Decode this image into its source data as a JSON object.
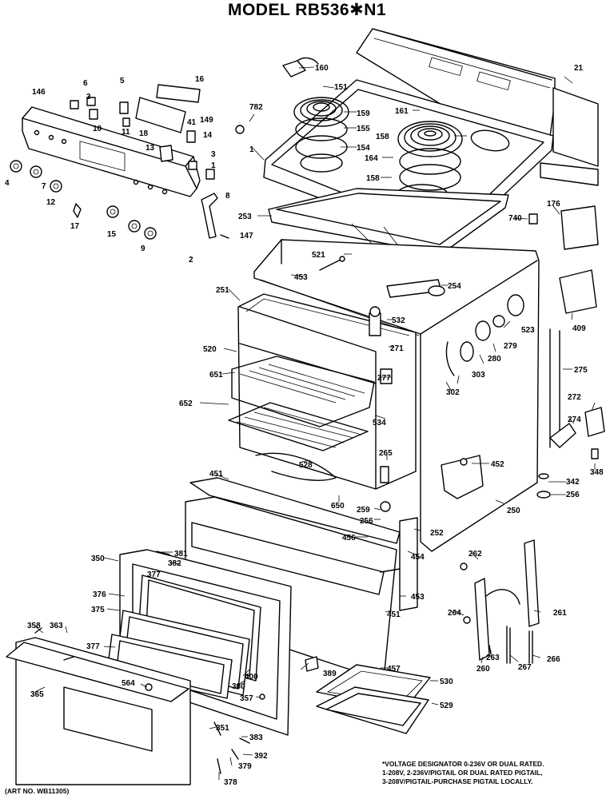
{
  "title": "MODEL RB536✱N1",
  "art_number": "(ART NO. WB11305)",
  "footnote": {
    "line1": "*VOLTAGE DESIGNATOR 0-236V OR DUAL RATED.",
    "line2": "1-208V, 2-236V/PIGTAIL OR DUAL RATED PIGTAIL,",
    "line3": "3-208V/PIGTAIL-PURCHASE PIGTAIL LOCALLY."
  },
  "labels": {
    "l146": "146",
    "l6": "6",
    "l5": "5",
    "l16": "16",
    "l160": "160",
    "l151": "151",
    "l21": "21",
    "l3a": "3",
    "l10": "10",
    "l11": "11",
    "l18": "18",
    "l41": "41",
    "l149": "149",
    "l14": "14",
    "l782": "782",
    "l159": "159",
    "l155": "155",
    "l154": "154",
    "l161": "161",
    "l158a": "158",
    "l164": "164",
    "l158b": "158",
    "l1a": "1",
    "l3b": "3",
    "l13": "13",
    "l1b": "1",
    "l4": "4",
    "l7": "7",
    "l12": "12",
    "l17": "17",
    "l15": "15",
    "l9": "9",
    "l8": "8",
    "l147": "147",
    "l2": "2",
    "l253": "253",
    "l176": "176",
    "l740": "740",
    "l521": "521",
    "l453": "453",
    "l254": "254",
    "l251": "251",
    "l532": "532",
    "l271": "271",
    "l523": "523",
    "l279": "279",
    "l280": "280",
    "l409": "409",
    "l520": "520",
    "l651": "651",
    "l277": "277",
    "l303": "303",
    "l302": "302",
    "l275": "275",
    "l652": "652",
    "l534": "534",
    "l272": "272",
    "l274": "274",
    "l528": "528",
    "l265": "265",
    "l452": "452",
    "l348": "348",
    "l451": "451",
    "l650": "650",
    "l342": "342",
    "l256a": "256",
    "l259": "259",
    "l256b": "256",
    "l250": "250",
    "l456": "456",
    "l454": "454",
    "l381": "381",
    "l382": "382",
    "l252": "252",
    "l262": "262",
    "l350": "350",
    "l377a": "377",
    "l453b": "453",
    "l451b": "451",
    "l261": "261",
    "l457": "457",
    "l376": "376",
    "l264": "264",
    "l358": "358",
    "l363": "363",
    "l375": "375",
    "l377b": "377",
    "l263": "263",
    "l267": "267",
    "l266": "266",
    "l260": "260",
    "l389": "389",
    "l564": "564",
    "l380": "380",
    "l400": "400",
    "l530": "530",
    "l365": "365",
    "l357": "357",
    "l529": "529",
    "l351": "351",
    "l383": "383",
    "l392": "392",
    "l379": "379",
    "l378": "378"
  }
}
